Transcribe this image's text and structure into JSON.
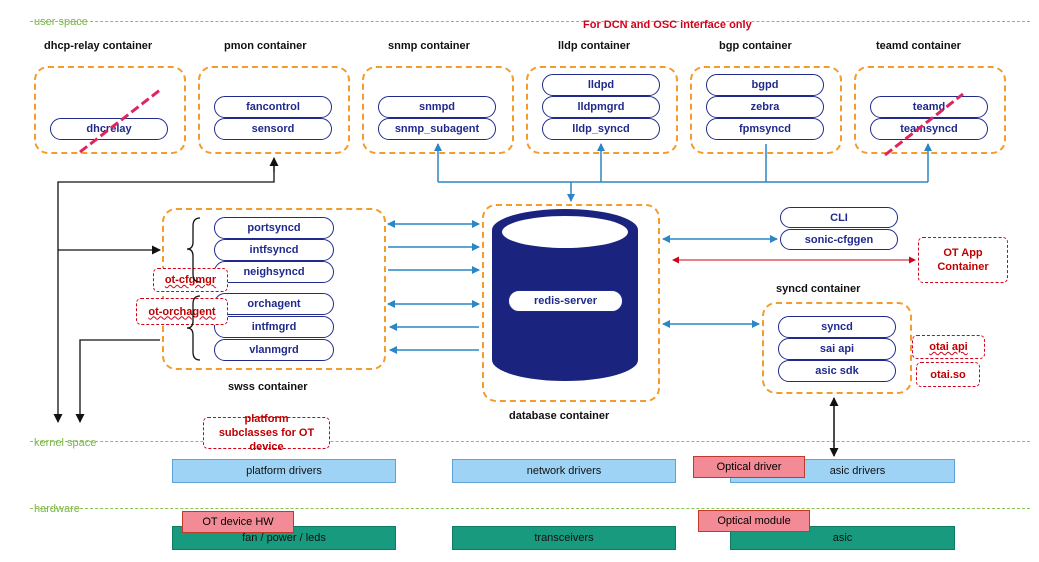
{
  "banner": "For DCN and OSC interface only",
  "layers": {
    "user_space": "user space",
    "kernel_space": "kernel space",
    "hardware": "hardware"
  },
  "containers": {
    "dhcp": {
      "title": "dhcp-relay container",
      "items": [
        "dhcrelay"
      ]
    },
    "pmon": {
      "title": "pmon container",
      "items": [
        "fancontrol",
        "sensord"
      ]
    },
    "snmp": {
      "title": "snmp container",
      "items": [
        "snmpd",
        "snmp_subagent"
      ]
    },
    "lldp": {
      "title": "lldp container",
      "items": [
        "lldpd",
        "lldpmgrd",
        "lldp_syncd"
      ]
    },
    "bgp": {
      "title": "bgp container",
      "items": [
        "bgpd",
        "zebra",
        "fpmsyncd"
      ]
    },
    "teamd": {
      "title": "teamd container",
      "items": [
        "teamd",
        "teamsyncd"
      ]
    },
    "swss": {
      "title": "swss container",
      "items": [
        "portsyncd",
        "intfsyncd",
        "neighsyncd",
        "orchagent",
        "intfmgrd",
        "vlanmgrd"
      ]
    },
    "database": {
      "title": "database container",
      "server": "redis-server"
    },
    "cli": {
      "items": [
        "CLI",
        "sonic-cfggen"
      ]
    },
    "syncd": {
      "title": "syncd container",
      "items": [
        "syncd",
        "sai api",
        "asic sdk"
      ]
    }
  },
  "notes": {
    "ot_cfgmgr": "ot-cfgmgr",
    "ot_orchagent": "ot-orchagent",
    "ot_app": "OT App Container",
    "otai_api": "otai api",
    "otai_so": "otai.so",
    "platform_sub": "platform subclasses for OT device"
  },
  "kernel": {
    "platform": "platform drivers",
    "network": "network drivers",
    "asic": "asic drivers",
    "optical_driver": "Optical driver"
  },
  "hardware": {
    "fan": "fan / power / leds",
    "transceivers": "transceivers",
    "asic": "asic",
    "ot_device_hw": "OT device HW",
    "optical_module": "Optical module"
  },
  "colors": {
    "container_border": "#f39c2b",
    "pill_border": "#1f2a8c",
    "arrow_blue": "#2b86c5",
    "note_red": "#d0021b",
    "layer_green": "#8cc152",
    "db_navy": "#1a237e"
  }
}
